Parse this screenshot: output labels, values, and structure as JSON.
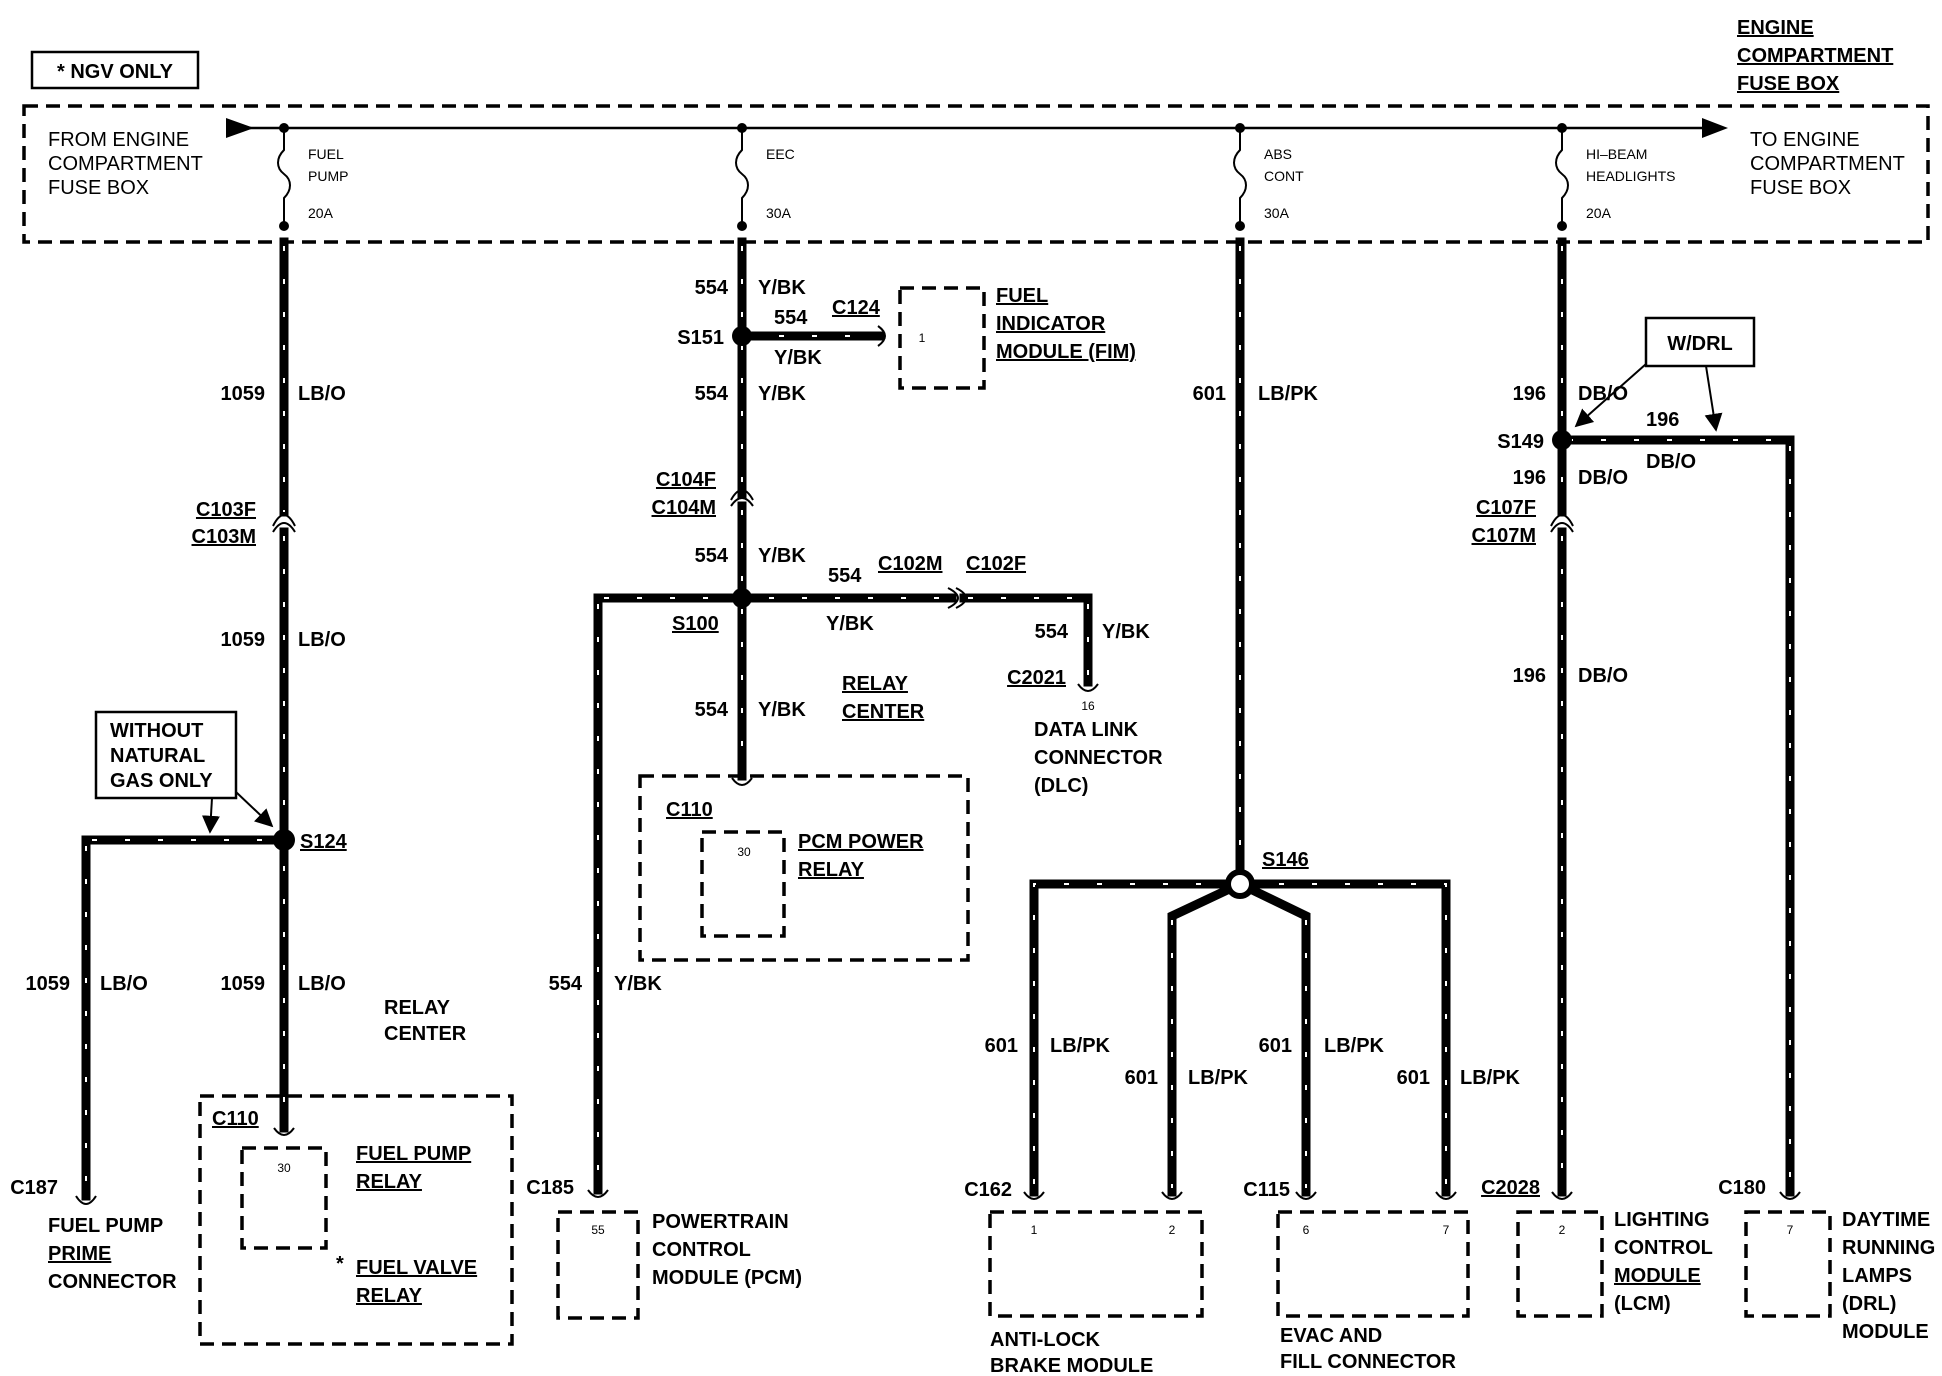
{
  "note_box": "* NGV ONLY",
  "fuse_box": {
    "title": [
      "ENGINE",
      "COMPARTMENT",
      "FUSE BOX"
    ],
    "from": [
      "FROM ENGINE",
      "COMPARTMENT",
      "FUSE BOX"
    ],
    "to": [
      "TO ENGINE",
      "COMPARTMENT",
      "FUSE BOX"
    ],
    "fuses": [
      {
        "name": [
          "FUEL",
          "PUMP"
        ],
        "rating": "20A"
      },
      {
        "name": [
          "EEC"
        ],
        "rating": "30A"
      },
      {
        "name": [
          "ABS",
          "CONT"
        ],
        "rating": "30A"
      },
      {
        "name": [
          "HI–BEAM",
          "HEADLIGHTS"
        ],
        "rating": "20A"
      }
    ]
  },
  "fuel_pump": {
    "circuit": "1059",
    "color": "LB/O",
    "connector_f": "C103F",
    "connector_m": "C103M",
    "splice": "S124",
    "callout": [
      "WITHOUT",
      "NATURAL",
      "GAS ONLY"
    ],
    "prime_connector": "C187",
    "prime_label": [
      "FUEL PUMP",
      "PRIME",
      "CONNECTOR"
    ],
    "relay_center": [
      "RELAY",
      "CENTER"
    ],
    "relay_connector": "C110",
    "relay_pin": "30",
    "relay_name": [
      "FUEL PUMP",
      "RELAY"
    ],
    "valve_star": "*",
    "valve_name": [
      "FUEL VALVE",
      "RELAY"
    ]
  },
  "eec": {
    "circuit": "554",
    "color": "Y/BK",
    "splice_top": "S151",
    "fim_connector": "C124",
    "fim_pin": "1",
    "fim_name": [
      "FUEL",
      "INDICATOR",
      "MODULE (FIM)"
    ],
    "connector_f": "C104F",
    "connector_m": "C104M",
    "splice_mid": "S100",
    "c102m": "C102M",
    "c102f": "C102F",
    "dlc_connector": "C2021",
    "dlc_pin": "16",
    "dlc_name": [
      "DATA LINK",
      "CONNECTOR",
      "(DLC)"
    ],
    "relay_center": [
      "RELAY",
      "CENTER"
    ],
    "pcm_relay_connector": "C110",
    "pcm_relay_pin": "30",
    "pcm_relay_name": [
      "PCM POWER",
      "RELAY"
    ],
    "pcm_connector": "C185",
    "pcm_pin": "55",
    "pcm_name": [
      "POWERTRAIN",
      "CONTROL",
      "MODULE (PCM)"
    ]
  },
  "abs": {
    "circuit": "601",
    "color": "LB/PK",
    "splice": "S146",
    "brake_connector": "C162",
    "brake_pins": [
      "1",
      "2"
    ],
    "brake_name": [
      "ANTI-LOCK",
      "BRAKE MODULE"
    ],
    "evac_connector": "C115",
    "evac_pins": [
      "6",
      "7"
    ],
    "evac_name": [
      "EVAC AND",
      "FILL CONNECTOR"
    ]
  },
  "hibeam": {
    "circuit": "196",
    "color": "DB/O",
    "callout": "W/DRL",
    "splice": "S149",
    "connector_f": "C107F",
    "connector_m": "C107M",
    "lcm_connector": "C2028",
    "lcm_pin": "2",
    "lcm_name": [
      "LIGHTING",
      "CONTROL",
      "MODULE",
      "(LCM)"
    ],
    "drl_connector": "C180",
    "drl_pin": "7",
    "drl_name": [
      "DAYTIME",
      "RUNNING",
      "LAMPS",
      "(DRL)",
      "MODULE"
    ]
  }
}
